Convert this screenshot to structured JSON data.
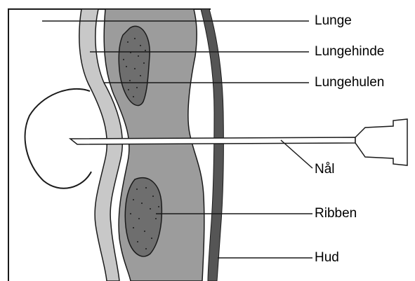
{
  "labels": {
    "lunge": "Lunge",
    "lungehinde": "Lungehinde",
    "lungehulen": "Lungehulen",
    "naal": "Nål",
    "ribben": "Ribben",
    "hud": "Hud"
  },
  "colors": {
    "outline": "#1a1a1a",
    "pleura": "#c8c8c8",
    "rib_band": "#9c9c9c",
    "rib": "#6e6e6e",
    "skin": "#555555",
    "white": "#ffffff"
  }
}
